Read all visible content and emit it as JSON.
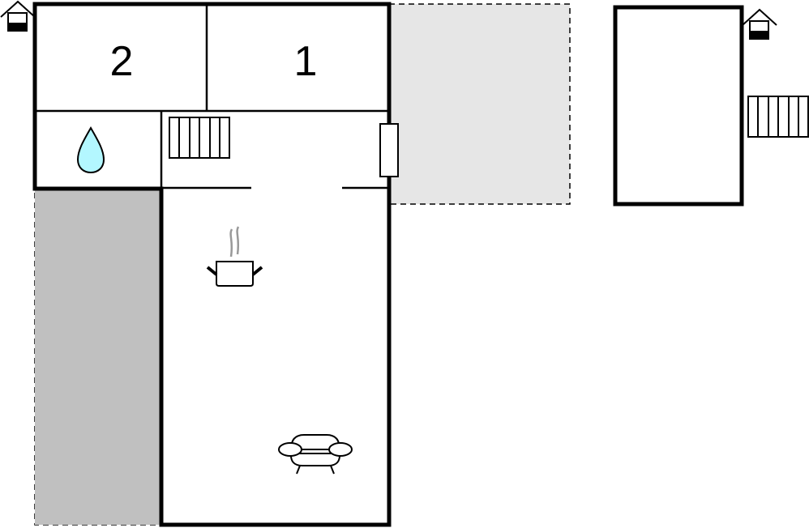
{
  "plan": {
    "rooms": [
      {
        "id": "bedroom-2",
        "label": "2"
      },
      {
        "id": "bedroom-1",
        "label": "1"
      }
    ],
    "colors": {
      "wall": "#000000",
      "terrace": "#e6e6e6",
      "covered_area": "#c0c0c0",
      "water": "#b3f7ff",
      "steam": "#999999"
    },
    "icons": [
      "house-entrance-icon",
      "stairs-icon",
      "water-drop-icon",
      "cooking-pot-icon",
      "sofa-icon",
      "door-icon"
    ]
  }
}
